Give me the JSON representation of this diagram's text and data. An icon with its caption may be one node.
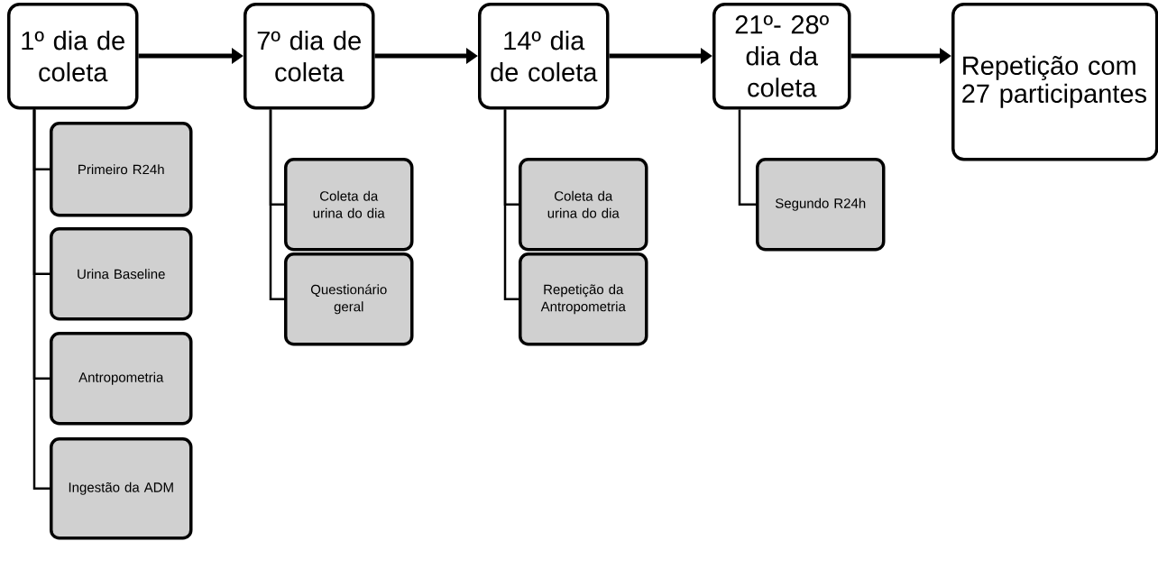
{
  "diagram": {
    "nodes": [
      {
        "text": [
          "1º dia de coleta"
        ]
      },
      {
        "text": [
          "Primeiro R24h"
        ]
      },
      {
        "text": [
          "Urina Baseline"
        ]
      },
      {
        "text": [
          "Antropometria"
        ]
      },
      {
        "text": [
          "Ingestão da ADM"
        ]
      },
      {
        "text": [
          "7º dia de coleta"
        ]
      },
      {
        "text": [
          "Coleta da urina do dia"
        ]
      },
      {
        "text": [
          "Questionário geral"
        ]
      },
      {
        "text": [
          "14º dia de coleta"
        ]
      },
      {
        "text": [
          "Coleta da urina do dia"
        ]
      },
      {
        "text": [
          "Repetição da Antropometria"
        ]
      },
      {
        "text": [
          "21º- 28º dia da coleta"
        ]
      },
      {
        "text": [
          "Segundo R24h"
        ]
      },
      {
        "text": [
          "Repetição com 27 participantes"
        ]
      }
    ],
    "edges": [
      {
        "from": 0,
        "to": 5,
        "arrow": "to",
        "style": "thick"
      },
      {
        "from": 5,
        "to": 8,
        "arrow": "to",
        "style": "thick"
      },
      {
        "from": 8,
        "to": 11,
        "arrow": "to",
        "style": "thick"
      },
      {
        "from": 11,
        "to": 13,
        "arrow": "to",
        "style": "thick"
      },
      {
        "from": 0,
        "to": 1,
        "arrow": "none"
      },
      {
        "from": 0,
        "to": 2,
        "arrow": "none"
      },
      {
        "from": 0,
        "to": 3,
        "arrow": "none"
      },
      {
        "from": 0,
        "to": 4,
        "arrow": "none"
      },
      {
        "from": 5,
        "to": 6,
        "arrow": "none"
      },
      {
        "from": 5,
        "to": 7,
        "arrow": "none"
      },
      {
        "from": 8,
        "to": 9,
        "arrow": "none"
      },
      {
        "from": 8,
        "to": 10,
        "arrow": "none"
      },
      {
        "from": 11,
        "to": 12,
        "arrow": "none"
      }
    ]
  }
}
